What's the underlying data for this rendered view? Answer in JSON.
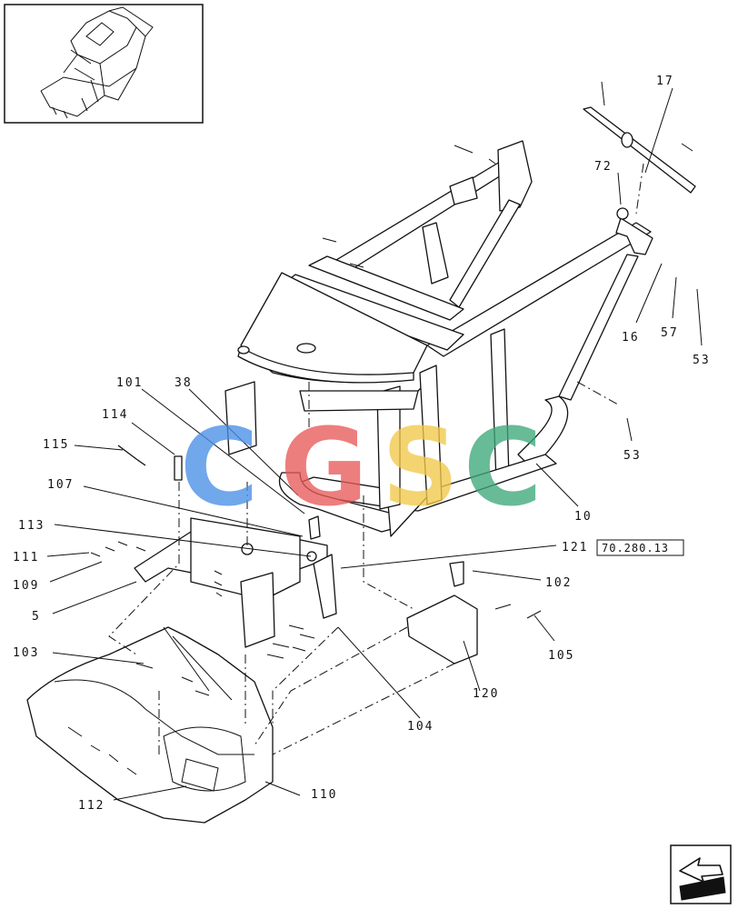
{
  "callouts": {
    "c17": "17",
    "c72": "72",
    "c16": "16",
    "c57": "57",
    "c53a": "53",
    "c53b": "53",
    "c10": "10",
    "c101": "101",
    "c38": "38",
    "c114": "114",
    "c115": "115",
    "c107": "107",
    "c113": "113",
    "c111": "111",
    "c109": "109",
    "c5": "5",
    "c121": "121",
    "c102": "102",
    "c105": "105",
    "c120": "120",
    "c103": "103",
    "c104": "104",
    "c112": "112",
    "c110": "110"
  },
  "reference": {
    "text": "70.280.13"
  },
  "watermark": {
    "letters": [
      "C",
      "G",
      "S",
      "C"
    ],
    "colors": [
      "#4a8fe6",
      "#e85a5a",
      "#f2c84a",
      "#3ea87a"
    ]
  },
  "nav": {
    "icon": "next-page-arrow-icon"
  }
}
